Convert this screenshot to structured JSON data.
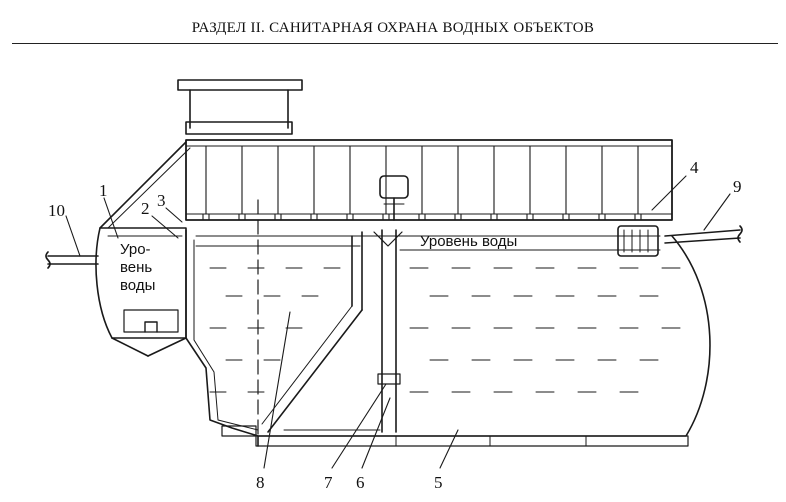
{
  "header": {
    "title": "РАЗДЕЛ II. САНИТАРНАЯ ОХРАНА ВОДНЫХ ОБЪЕКТОВ"
  },
  "diagram": {
    "water_level_left": [
      "Уро-",
      "вень",
      "воды"
    ],
    "water_level_right": "Уровень воды",
    "labels": {
      "l1": "1",
      "l2": "2",
      "l3": "3",
      "l4": "4",
      "l5": "5",
      "l6": "6",
      "l7": "7",
      "l8": "8",
      "l9": "9",
      "l10": "10"
    }
  }
}
